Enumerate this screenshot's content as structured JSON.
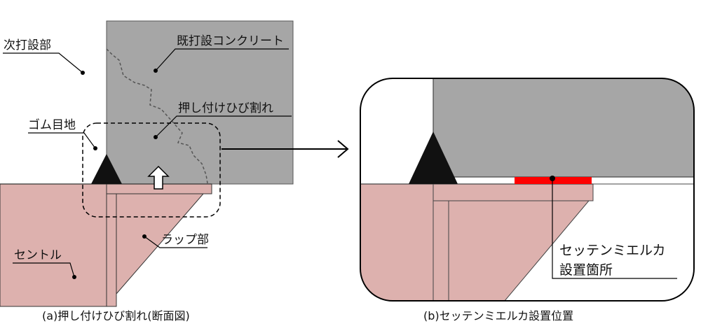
{
  "labels": {
    "next_pour": "次打設部",
    "existing_concrete": "既打設コンクリート",
    "crack": "押し付けひび割れ",
    "rubber_joint": "ゴム目地",
    "centle": "セントル",
    "lap": "ラップ部",
    "sensor_location_line1": "セッテンミエルカ",
    "sensor_location_line2": "設置箇所"
  },
  "captions": {
    "a": "(a)押し付けひび割れ(断面図)",
    "b": "(b)セッテンミエルカ設置位置"
  },
  "colors": {
    "concrete": "#a6a6a6",
    "centle": "#ddb1ae",
    "sensor": "#ff0000",
    "line": "#000000"
  }
}
